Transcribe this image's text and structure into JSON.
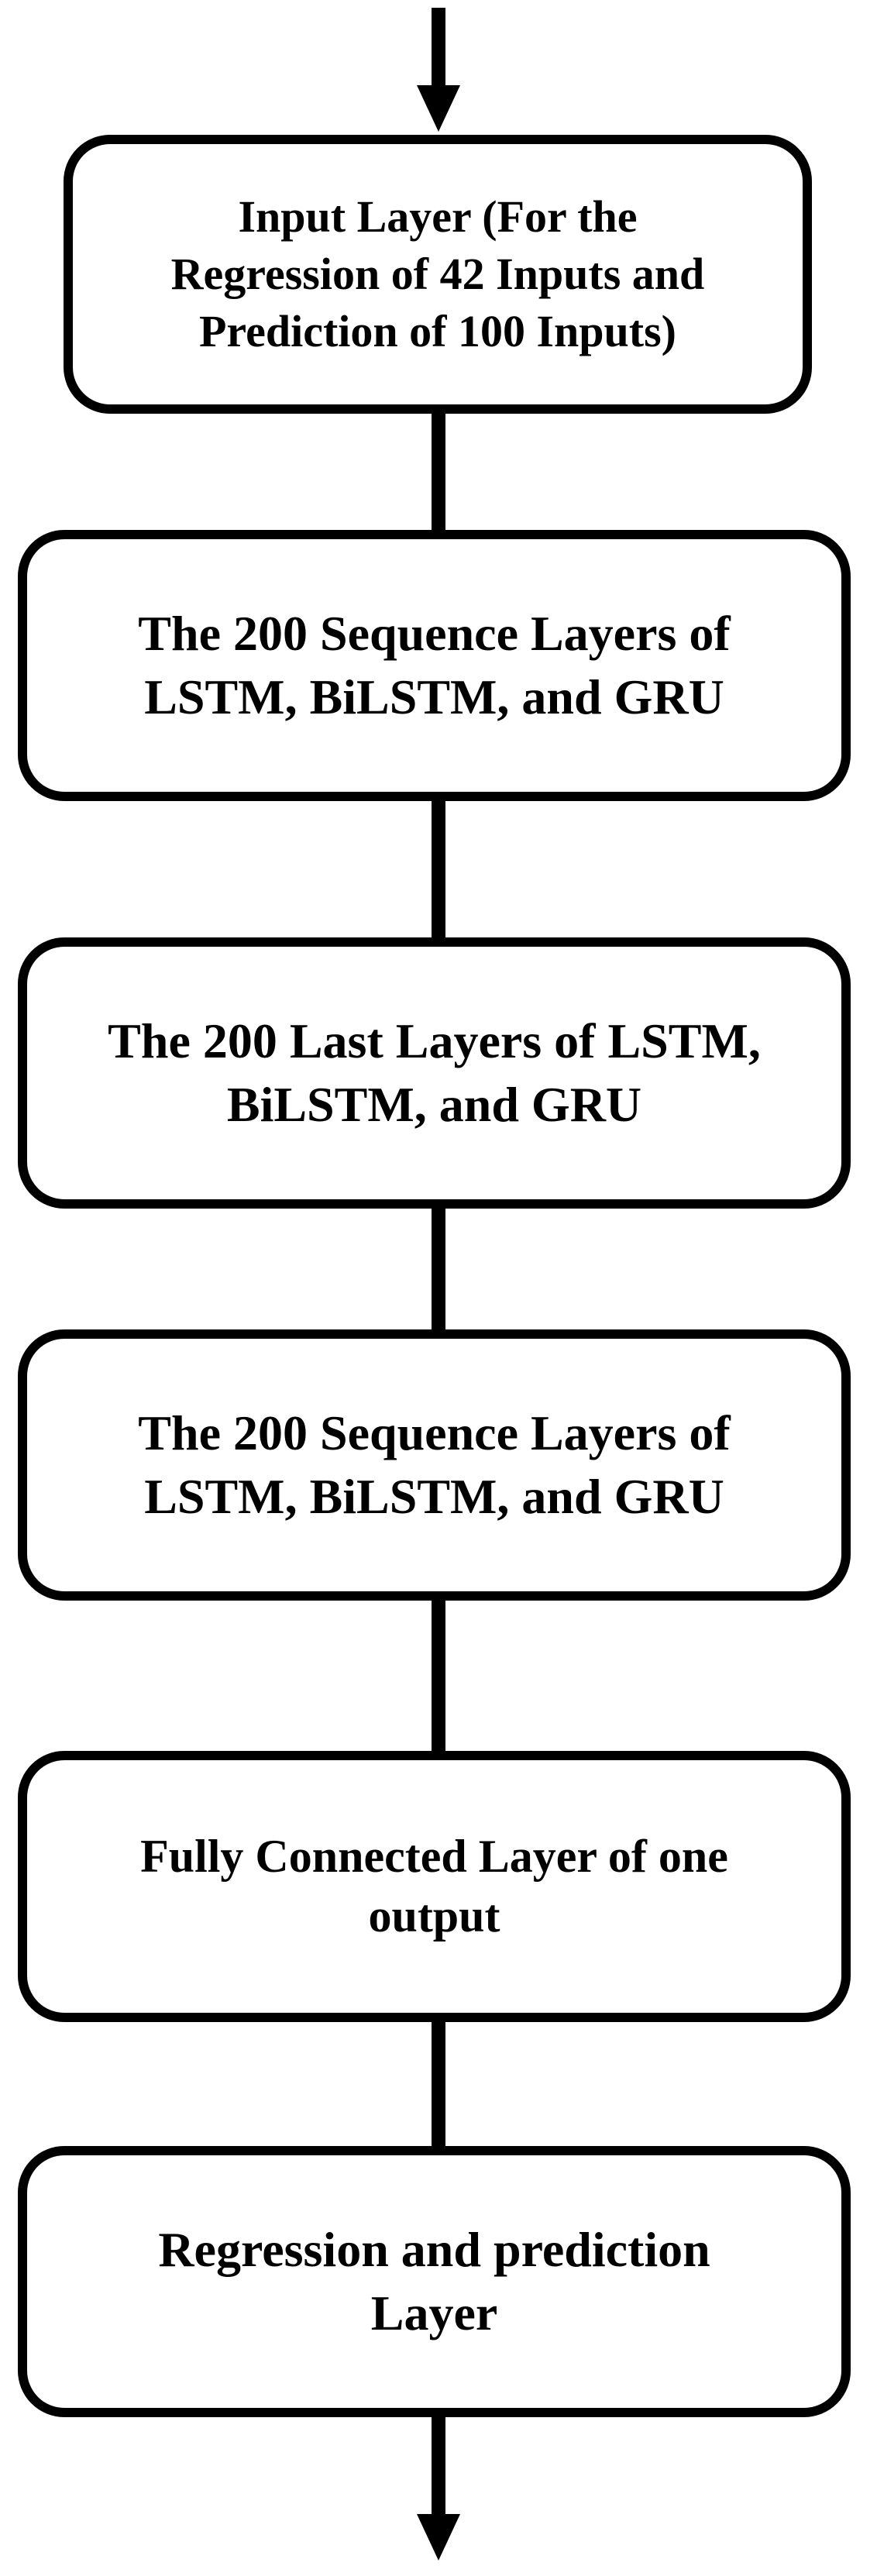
{
  "diagram": {
    "nodes": [
      {
        "id": "input",
        "label": "Input Layer (For the\nRegression of 42 Inputs and\nPrediction of 100 Inputs)"
      },
      {
        "id": "seq1",
        "label": "The 200 Sequence Layers of\nLSTM, BiLSTM, and GRU"
      },
      {
        "id": "last",
        "label": "The 200 Last Layers of LSTM,\nBiLSTM, and GRU"
      },
      {
        "id": "seq2",
        "label": "The 200 Sequence Layers of\nLSTM, BiLSTM, and GRU"
      },
      {
        "id": "fc",
        "label": "Fully Connected Layer of one\noutput"
      },
      {
        "id": "reg",
        "label": "Regression and prediction\nLayer"
      }
    ],
    "edges": [
      {
        "from": "entry",
        "to": "input"
      },
      {
        "from": "input",
        "to": "seq1"
      },
      {
        "from": "seq1",
        "to": "last"
      },
      {
        "from": "last",
        "to": "seq2"
      },
      {
        "from": "seq2",
        "to": "fc"
      },
      {
        "from": "fc",
        "to": "reg"
      },
      {
        "from": "reg",
        "to": "exit"
      }
    ]
  }
}
